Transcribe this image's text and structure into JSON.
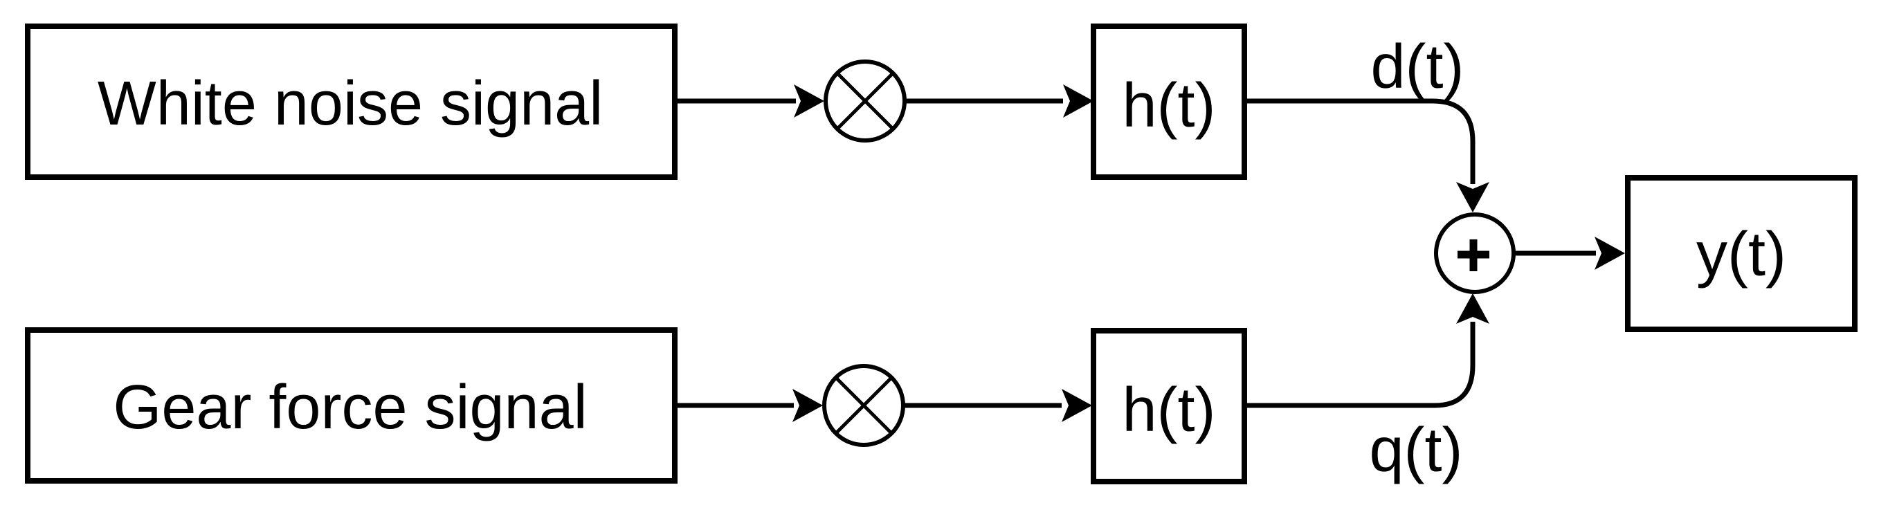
{
  "colors": {
    "stroke": "#000000",
    "node_fill": "#ffffff",
    "text": "#000000",
    "background": "#ffffff"
  },
  "nodes": {
    "white_noise": {
      "label": "White noise signal"
    },
    "gear_force": {
      "label": "Gear force signal"
    },
    "filter_top": {
      "label": "h(t)"
    },
    "filter_bottom": {
      "label": "h(t)"
    },
    "output": {
      "label": "y(t)"
    }
  },
  "junctions": {
    "multiply_top": {
      "symbol_name": "multiply-icon"
    },
    "multiply_bottom": {
      "symbol_name": "multiply-icon"
    },
    "sum": {
      "symbol_name": "plus-icon"
    }
  },
  "edge_labels": {
    "d": {
      "label": "d(t)"
    },
    "q": {
      "label": "q(t)"
    }
  }
}
